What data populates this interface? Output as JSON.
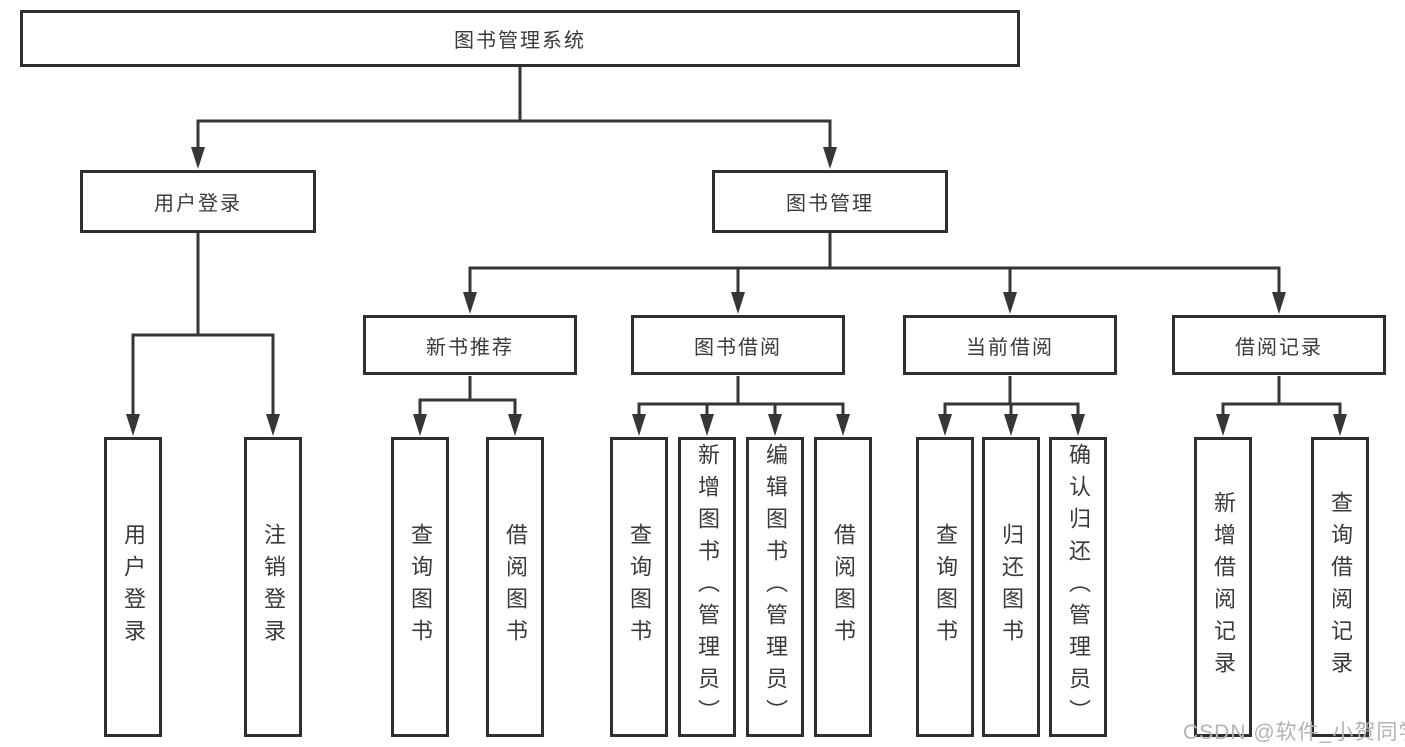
{
  "diagram": {
    "root": "图书管理系统",
    "branches": [
      {
        "label": "用户登录",
        "children": [
          "用户登录",
          "注销登录"
        ]
      },
      {
        "label": "图书管理",
        "groups": [
          {
            "label": "新书推荐",
            "children": [
              "查询图书",
              "借阅图书"
            ]
          },
          {
            "label": "图书借阅",
            "children": [
              "查询图书",
              "新增图书（管理员）",
              "编辑图书（管理员）",
              "借阅图书"
            ]
          },
          {
            "label": "当前借阅",
            "children": [
              "查询图书",
              "归还图书",
              "确认归还（管理员）"
            ]
          },
          {
            "label": "借阅记录",
            "children": [
              "新增借阅记录",
              "查询借阅记录"
            ]
          }
        ]
      }
    ]
  },
  "watermark": "CSDN @软件_小贺同学",
  "colors": {
    "line": "#363636",
    "box_border": "#2f2f2f",
    "text": "#3a3a3a",
    "watermark": "#b3b3b3",
    "background": "#ffffff"
  }
}
